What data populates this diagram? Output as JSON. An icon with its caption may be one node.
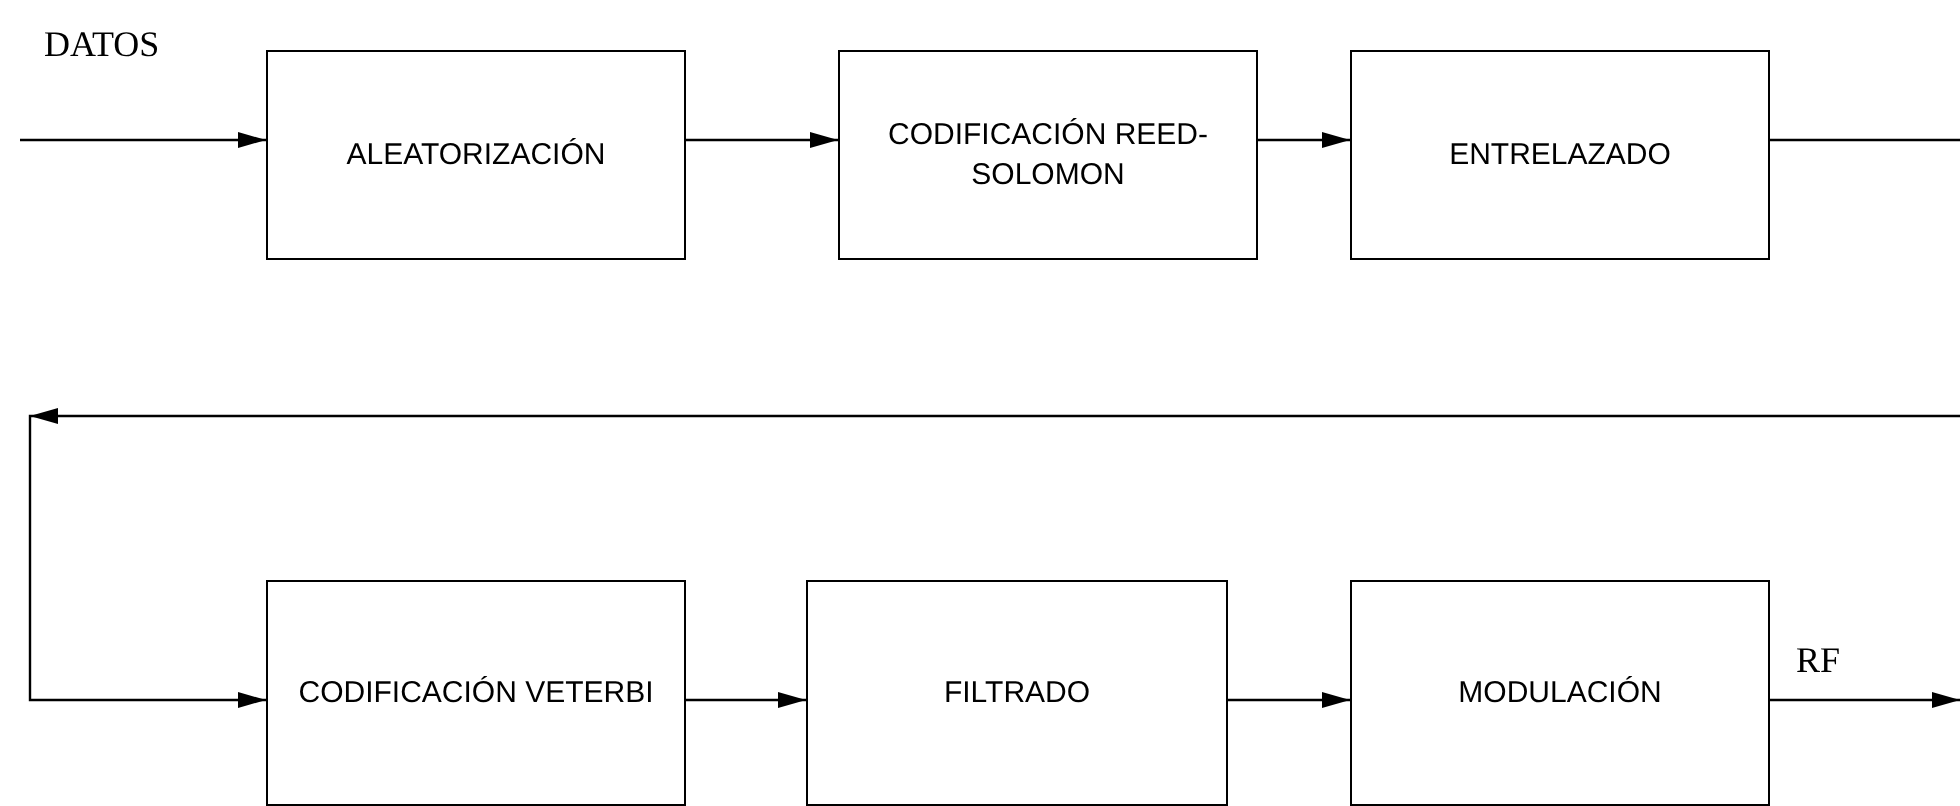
{
  "diagram": {
    "nodes": [
      {
        "text": [
          "ALEATORIZACIÓN"
        ]
      },
      {
        "text": [
          "CODIFICACIÓN REED-SOLOMON"
        ]
      },
      {
        "text": [
          "ENTRELAZADO"
        ]
      },
      {
        "text": [
          "CODIFICACIÓN VETERBI"
        ]
      },
      {
        "text": [
          "FILTRADO"
        ]
      },
      {
        "text": [
          "MODULACIÓN"
        ]
      }
    ],
    "edges": [
      {
        "from": null,
        "to": 0,
        "arrow": "to",
        "label": "DATOS"
      },
      {
        "from": 0,
        "to": 1,
        "arrow": "to"
      },
      {
        "from": 1,
        "to": 2,
        "arrow": "to"
      },
      {
        "from": 2,
        "to": null,
        "arrow": "none"
      },
      {
        "from": null,
        "to": 3,
        "arrow": "to"
      },
      {
        "from": 3,
        "to": 4,
        "arrow": "to"
      },
      {
        "from": 4,
        "to": 5,
        "arrow": "to"
      },
      {
        "from": 5,
        "to": null,
        "arrow": "to",
        "label": "RF"
      }
    ]
  }
}
